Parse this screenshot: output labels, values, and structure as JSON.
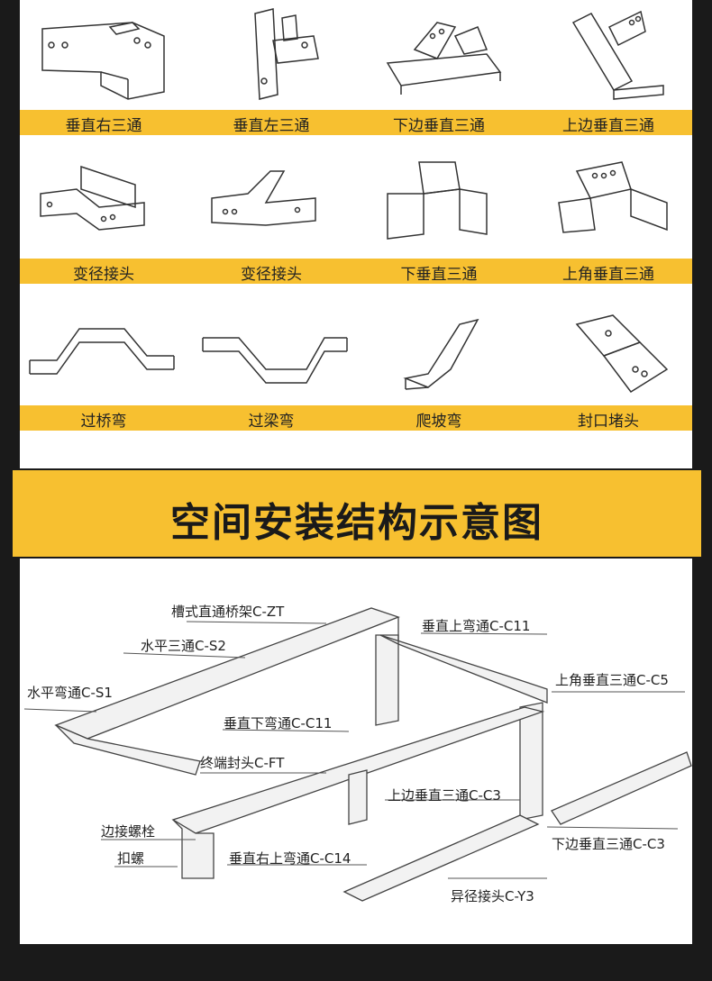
{
  "fittings": [
    {
      "label": "垂直右三通",
      "icon": "vertical-right-tee-icon"
    },
    {
      "label": "垂直左三通",
      "icon": "vertical-left-tee-icon"
    },
    {
      "label": "下边垂直三通",
      "icon": "lower-vertical-tee-icon"
    },
    {
      "label": "上边垂直三通",
      "icon": "upper-vertical-tee-icon"
    },
    {
      "label": "变径接头",
      "icon": "reducer-icon"
    },
    {
      "label": "变径接头",
      "icon": "reducer-icon"
    },
    {
      "label": "下垂直三通",
      "icon": "down-vertical-tee-icon"
    },
    {
      "label": "上角垂直三通",
      "icon": "upper-corner-vertical-tee-icon"
    },
    {
      "label": "过桥弯",
      "icon": "bridge-bend-icon"
    },
    {
      "label": "过梁弯",
      "icon": "beam-bend-icon"
    },
    {
      "label": "爬坡弯",
      "icon": "slope-bend-icon"
    },
    {
      "label": "封口堵头",
      "icon": "end-cap-icon"
    }
  ],
  "banner": {
    "title": "空间安装结构示意图"
  },
  "diagram": {
    "labels": {
      "zt": "槽式直通桥架C-ZT",
      "s2": "水平三通C-S2",
      "s1": "水平弯通C-S1",
      "c11_up": "垂直上弯通C-C11",
      "c11_down": "垂直下弯通C-C11",
      "c5": "上角垂直三通C-C5",
      "ft": "终端封头C-FT",
      "c3_up": "上边垂直三通C-C3",
      "c3_down": "下边垂直三通C-C3",
      "bolt": "边接螺栓",
      "nut": "扣螺",
      "c14": "垂直右上弯通C-C14",
      "y3": "异径接头C-Y3"
    }
  },
  "colors": {
    "accent": "#f7c030",
    "background": "#1a1a1a",
    "panel": "#ffffff"
  }
}
